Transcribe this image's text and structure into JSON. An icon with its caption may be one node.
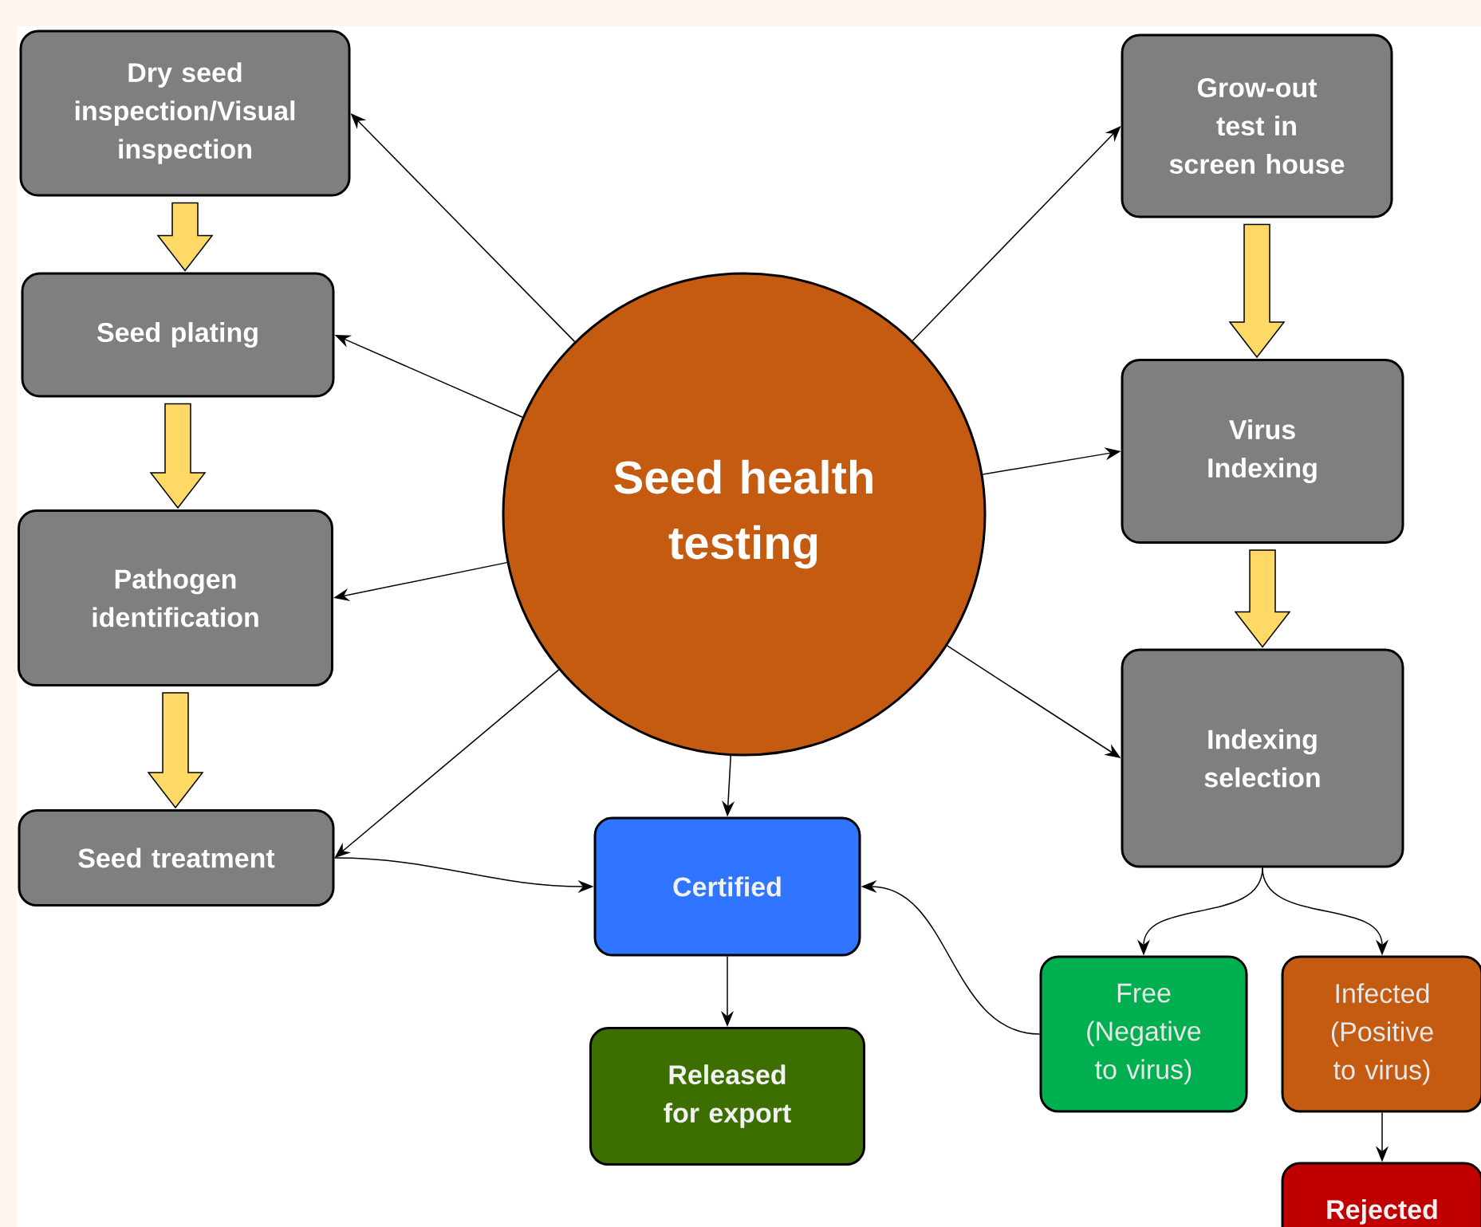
{
  "diagram": {
    "nodes": [
      {
        "text": [
          "Dry seed inspection/Visual inspection"
        ]
      },
      {
        "text": [
          "Seed plating"
        ]
      },
      {
        "text": [
          "Pathogen identification"
        ]
      },
      {
        "text": [
          "Seed treatment"
        ]
      },
      {
        "text": [
          "Seed health testing"
        ]
      },
      {
        "text": [
          "Grow-out test in screen house"
        ]
      },
      {
        "text": [
          "Virus Indexing"
        ]
      },
      {
        "text": [
          "Indexing selection"
        ]
      },
      {
        "text": [
          "Certified"
        ]
      },
      {
        "text": [
          "Released for export"
        ]
      },
      {
        "text": [
          "Free (Negative to virus)"
        ]
      },
      {
        "text": [
          "Infected (Positive to virus)"
        ]
      },
      {
        "text": [
          "Rejected"
        ]
      }
    ],
    "edges": [
      {
        "from": 4,
        "to": 0,
        "arrow": "to"
      },
      {
        "from": 4,
        "to": 1,
        "arrow": "to"
      },
      {
        "from": 4,
        "to": 2,
        "arrow": "to"
      },
      {
        "from": 4,
        "to": 3,
        "arrow": "to"
      },
      {
        "from": 4,
        "to": 5,
        "arrow": "to"
      },
      {
        "from": 4,
        "to": 6,
        "arrow": "to"
      },
      {
        "from": 4,
        "to": 7,
        "arrow": "to"
      },
      {
        "from": 4,
        "to": 8,
        "arrow": "to"
      },
      {
        "from": 8,
        "to": 9,
        "arrow": "to"
      },
      {
        "from": 3,
        "to": 8,
        "arrow": "to"
      },
      {
        "from": 7,
        "to": 10,
        "arrow": "to"
      },
      {
        "from": 7,
        "to": 11,
        "arrow": "to"
      },
      {
        "from": 10,
        "to": 8,
        "arrow": "to"
      },
      {
        "from": 11,
        "to": 12,
        "arrow": "to"
      },
      {
        "from": 0,
        "to": 1,
        "arrow": "to",
        "style": "thick",
        "color": "#ffd966"
      },
      {
        "from": 1,
        "to": 2,
        "arrow": "to",
        "style": "thick",
        "color": "#ffd966"
      },
      {
        "from": 2,
        "to": 3,
        "arrow": "to",
        "style": "thick",
        "color": "#ffd966"
      },
      {
        "from": 5,
        "to": 6,
        "arrow": "to",
        "style": "thick",
        "color": "#ffd966"
      },
      {
        "from": 6,
        "to": 7,
        "arrow": "to",
        "style": "thick",
        "color": "#ffd966"
      }
    ]
  }
}
